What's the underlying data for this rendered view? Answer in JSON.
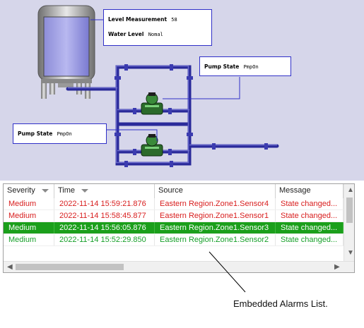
{
  "diagram": {
    "level_box": {
      "level_label": "Level Measurement",
      "level_value": "58",
      "water_label": "Water Level",
      "water_value": "Nomal"
    },
    "pump_box_top": {
      "label": "Pump State",
      "value": "PmpOn"
    },
    "pump_box_bottom": {
      "label": "Pump State",
      "value": "PmpOn"
    }
  },
  "alarm_grid": {
    "columns": [
      "Severity",
      "Time",
      "Source",
      "Message"
    ],
    "rows": [
      {
        "severity": "Medium",
        "time": "2022-11-14 15:59:21.876",
        "source": "Eastern Region.Zone1.Sensor4",
        "message": "State changed...",
        "state": "red"
      },
      {
        "severity": "Medium",
        "time": "2022-11-14 15:58:45.877",
        "source": "Eastern Region.Zone1.Sensor1",
        "message": "State changed...",
        "state": "red"
      },
      {
        "severity": "Medium",
        "time": "2022-11-14 15:56:05.876",
        "source": "Eastern Region.Zone1.Sensor3",
        "message": "State changed...",
        "state": "selected"
      },
      {
        "severity": "Medium",
        "time": "2022-11-14 15:52:29.850",
        "source": "Eastern Region.Zone1.Sensor2",
        "message": "State changed...",
        "state": "green"
      }
    ]
  },
  "caption": "Embedded Alarms List.",
  "colors": {
    "alarm_red": "#d81e1e",
    "alarm_green": "#17a02a",
    "selected_bg": "#1b9f1b",
    "pipe": "#2a2a9a",
    "diagram_bg": "#d6d6ea"
  }
}
